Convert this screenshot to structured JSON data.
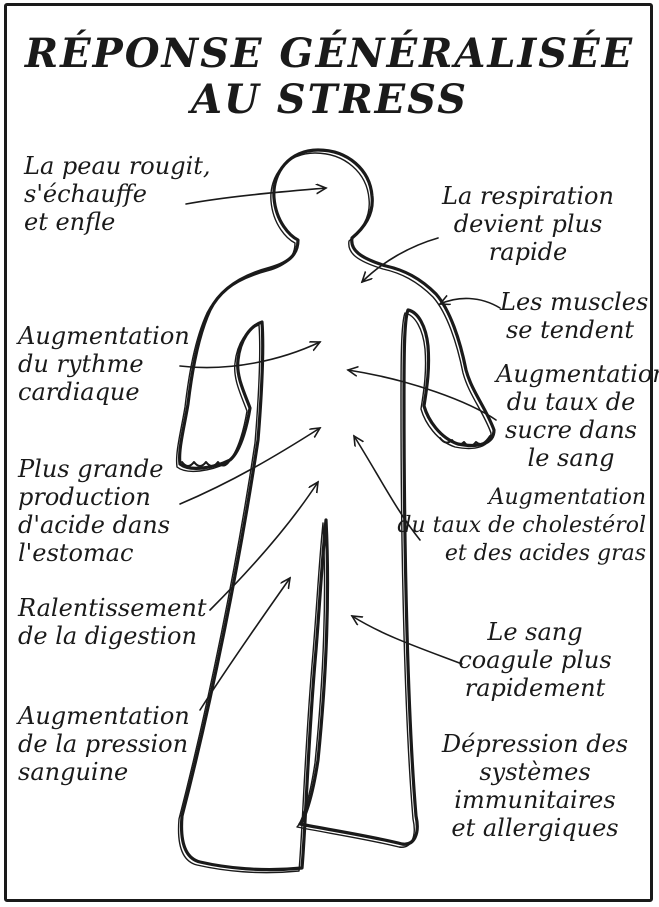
{
  "title": {
    "line1": "RÉPONSE GÉNÉRALISÉE",
    "line2": "AU STRESS"
  },
  "labels": {
    "skin": [
      "La peau rougit,",
      "s'échauffe",
      "et enfle"
    ],
    "breathing": [
      "La respiration",
      "devient plus",
      "rapide"
    ],
    "muscles": [
      "Les muscles",
      "se tendent"
    ],
    "heart": [
      "Augmentation",
      "du rythme",
      "cardiaque"
    ],
    "sugar": [
      "Augmentation",
      "du taux de",
      "sucre dans",
      "le sang"
    ],
    "acid": [
      "Plus grande",
      "production",
      "d'acide dans",
      "l'estomac"
    ],
    "cholesterol": [
      "Augmentation",
      "du taux de cholestérol",
      "et des acides gras"
    ],
    "digestion": [
      "Ralentissement",
      "de la digestion"
    ],
    "clotting": [
      "Le sang",
      "coagule plus",
      "rapidement"
    ],
    "pressure": [
      "Augmentation",
      "de la pression",
      "sanguine"
    ],
    "immune": [
      "Dépression des",
      "systèmes",
      "immunitaires",
      "et allergiques"
    ]
  },
  "colors": {
    "ink": "#1a1a1a",
    "paper": "#ffffff"
  }
}
